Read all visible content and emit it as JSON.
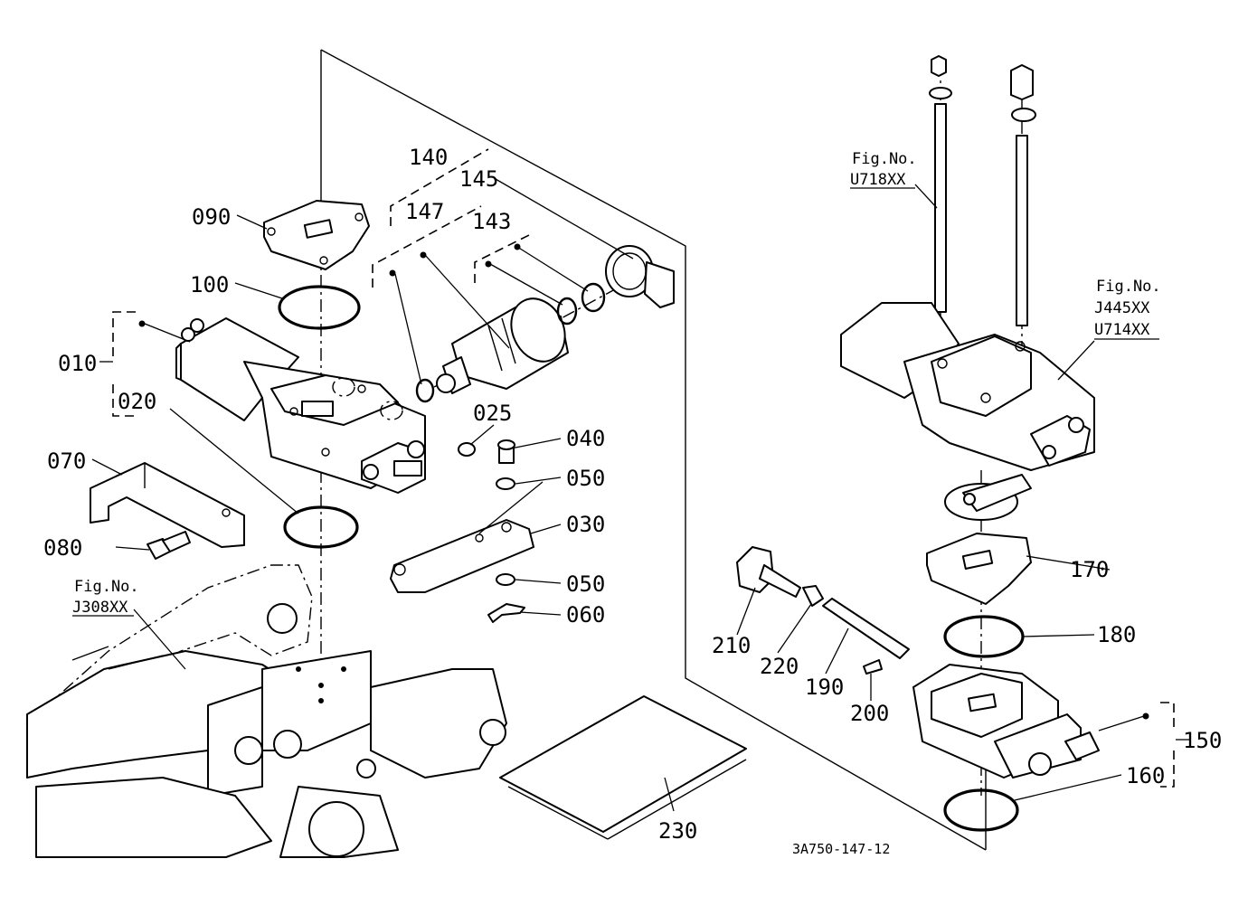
{
  "labels": {
    "p010": "010",
    "p020": "020",
    "p025": "025",
    "p030": "030",
    "p040": "040",
    "p050a": "050",
    "p050b": "050",
    "p060": "060",
    "p070": "070",
    "p080": "080",
    "p090": "090",
    "p100": "100",
    "p140": "140",
    "p143": "143",
    "p145": "145",
    "p147": "147",
    "p150": "150",
    "p160": "160",
    "p170": "170",
    "p180": "180",
    "p190": "190",
    "p200": "200",
    "p210": "210",
    "p220": "220",
    "p230": "230"
  },
  "figrefs": {
    "j308": {
      "line1": "Fig.No.",
      "line2": "J308XX"
    },
    "u718": {
      "line1": "Fig.No.",
      "line2": "U718XX"
    },
    "j445": {
      "line1": "Fig.No.",
      "line2": "J445XX",
      "line3": "U714XX"
    }
  },
  "drawing_code": "3A750-147-12"
}
